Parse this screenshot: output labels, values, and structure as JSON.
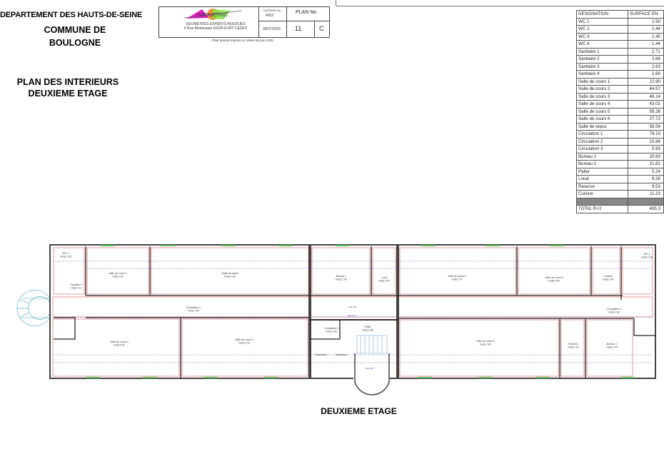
{
  "header": {
    "department": "DEPARTEMENT DES HAUTS-DE-SEINE",
    "commune_line1": "COMMUNE DE",
    "commune_line2": "BOULOGNE",
    "plan_title_line1": "PLAN DES INTERIEURS",
    "plan_title_line2": "DEUXIEME ETAGE"
  },
  "title_block": {
    "logo_text": "GEOMETRIC",
    "company": "GEOMETRES EXPERTS ASSOCIES",
    "address": "5 Rue Montespan 91024 EVRY CEDEX",
    "dossier_label": "DOSSIER No",
    "dossier_value": "4053",
    "date": "28/07/2025",
    "plan_label": "PLAN No",
    "plan_number": "11",
    "plan_index": "C",
    "note": "Plan dressé d'après un relevé de juin 2025"
  },
  "surface_table": {
    "col_designation": "DESIGNATION",
    "col_surface": "SURFACE EN",
    "rows": [
      {
        "name": "WC 1",
        "value": "1.50"
      },
      {
        "name": "WC 2",
        "value": "1.44"
      },
      {
        "name": "WC 3",
        "value": "1.45"
      },
      {
        "name": "WC 4",
        "value": "1.44"
      },
      {
        "name": "Sanitaire 1",
        "value": "2.71"
      },
      {
        "name": "Sanitaire 2",
        "value": "2.64"
      },
      {
        "name": "Sanitaire 3",
        "value": "2.63"
      },
      {
        "name": "Sanitaire 4",
        "value": "2.69"
      },
      {
        "name": "Salle de cours 1",
        "value": "22.90"
      },
      {
        "name": "Salle de cours 2",
        "value": "44.57"
      },
      {
        "name": "Salle de cours 3",
        "value": "46.14"
      },
      {
        "name": "Salle de cours 4",
        "value": "43.02"
      },
      {
        "name": "Salle de cours 5",
        "value": "58.28"
      },
      {
        "name": "Salle de cours 6",
        "value": "27.72"
      },
      {
        "name": "Salle de repos",
        "value": "58.54"
      },
      {
        "name": "Circulation 1",
        "value": "79.19"
      },
      {
        "name": "Circulation 2",
        "value": "15.84"
      },
      {
        "name": "Circulation 3",
        "value": "5.93"
      },
      {
        "name": "Bureau 1",
        "value": "20.83"
      },
      {
        "name": "Bureau 2",
        "value": "21.62"
      },
      {
        "name": "Palier",
        "value": "5.24"
      },
      {
        "name": "Local",
        "value": "8.28"
      },
      {
        "name": "Reserve",
        "value": "9.53"
      },
      {
        "name": "Cuisine",
        "value": "11.23"
      }
    ],
    "total_label": "TOTAL R+2",
    "total_value": "495.3"
  },
  "plan": {
    "floor_label": "DEUXIEME ETAGE",
    "rooms": {
      "wc1": {
        "name": "WC 1",
        "h": "Hsfp 2.08"
      },
      "san2": {
        "name": "Sanitaire 2",
        "h": "Hsfp 2.12"
      },
      "sc1": {
        "name": "Salle de cours 1",
        "h": "Hsfp 2.92"
      },
      "repos": {
        "name": "Salle de repos",
        "h": "Hsfp 2.93"
      },
      "bur1": {
        "name": "Bureau 1",
        "h": "Hsfp 2.90"
      },
      "local": {
        "name": "Local",
        "h": "Hsfp 2.90"
      },
      "sc4": {
        "name": "Salle de cours 4",
        "h": "Hsfp 2.97"
      },
      "sc6": {
        "name": "Salle de cours 6",
        "h": "Hsfp 2.90"
      },
      "cuisine": {
        "name": "Cuisine",
        "h": "Hsfp 2.90"
      },
      "wc4": {
        "name": "WC 4",
        "h": "Hsfp 2.08"
      },
      "circ1": {
        "name": "Circulation 1",
        "h": "Hsfp 2.90"
      },
      "circ2": {
        "name": "Circulation 2",
        "h": "Hsfp 2.92"
      },
      "circ3": {
        "name": "Circulation 3",
        "h": "Hsfp 2.40"
      },
      "sc2": {
        "name": "Salle de cours 2",
        "h": "Hsfp 2.92"
      },
      "sc3": {
        "name": "Salle de cours 3",
        "h": "Hsfp 2.93"
      },
      "sc5": {
        "name": "Salle de cours 5",
        "h": "Hsfp 2.90"
      },
      "reserve": {
        "name": "Reserve",
        "h": "Hsfp 2.92"
      },
      "bur2": {
        "name": "Bureau 2",
        "h": "Hsfp 2.94"
      },
      "palier": {
        "name": "Palier",
        "h": "Hsfp 2.68"
      },
      "asc1": {
        "name": "Ascenseur"
      },
      "asc2": {
        "name": "Ascenseur"
      },
      "stair_h": "Hsfp 2.68",
      "corr_h": "Hsfp 2.90",
      "corr_h2": "Hsfp 2.17"
    }
  }
}
